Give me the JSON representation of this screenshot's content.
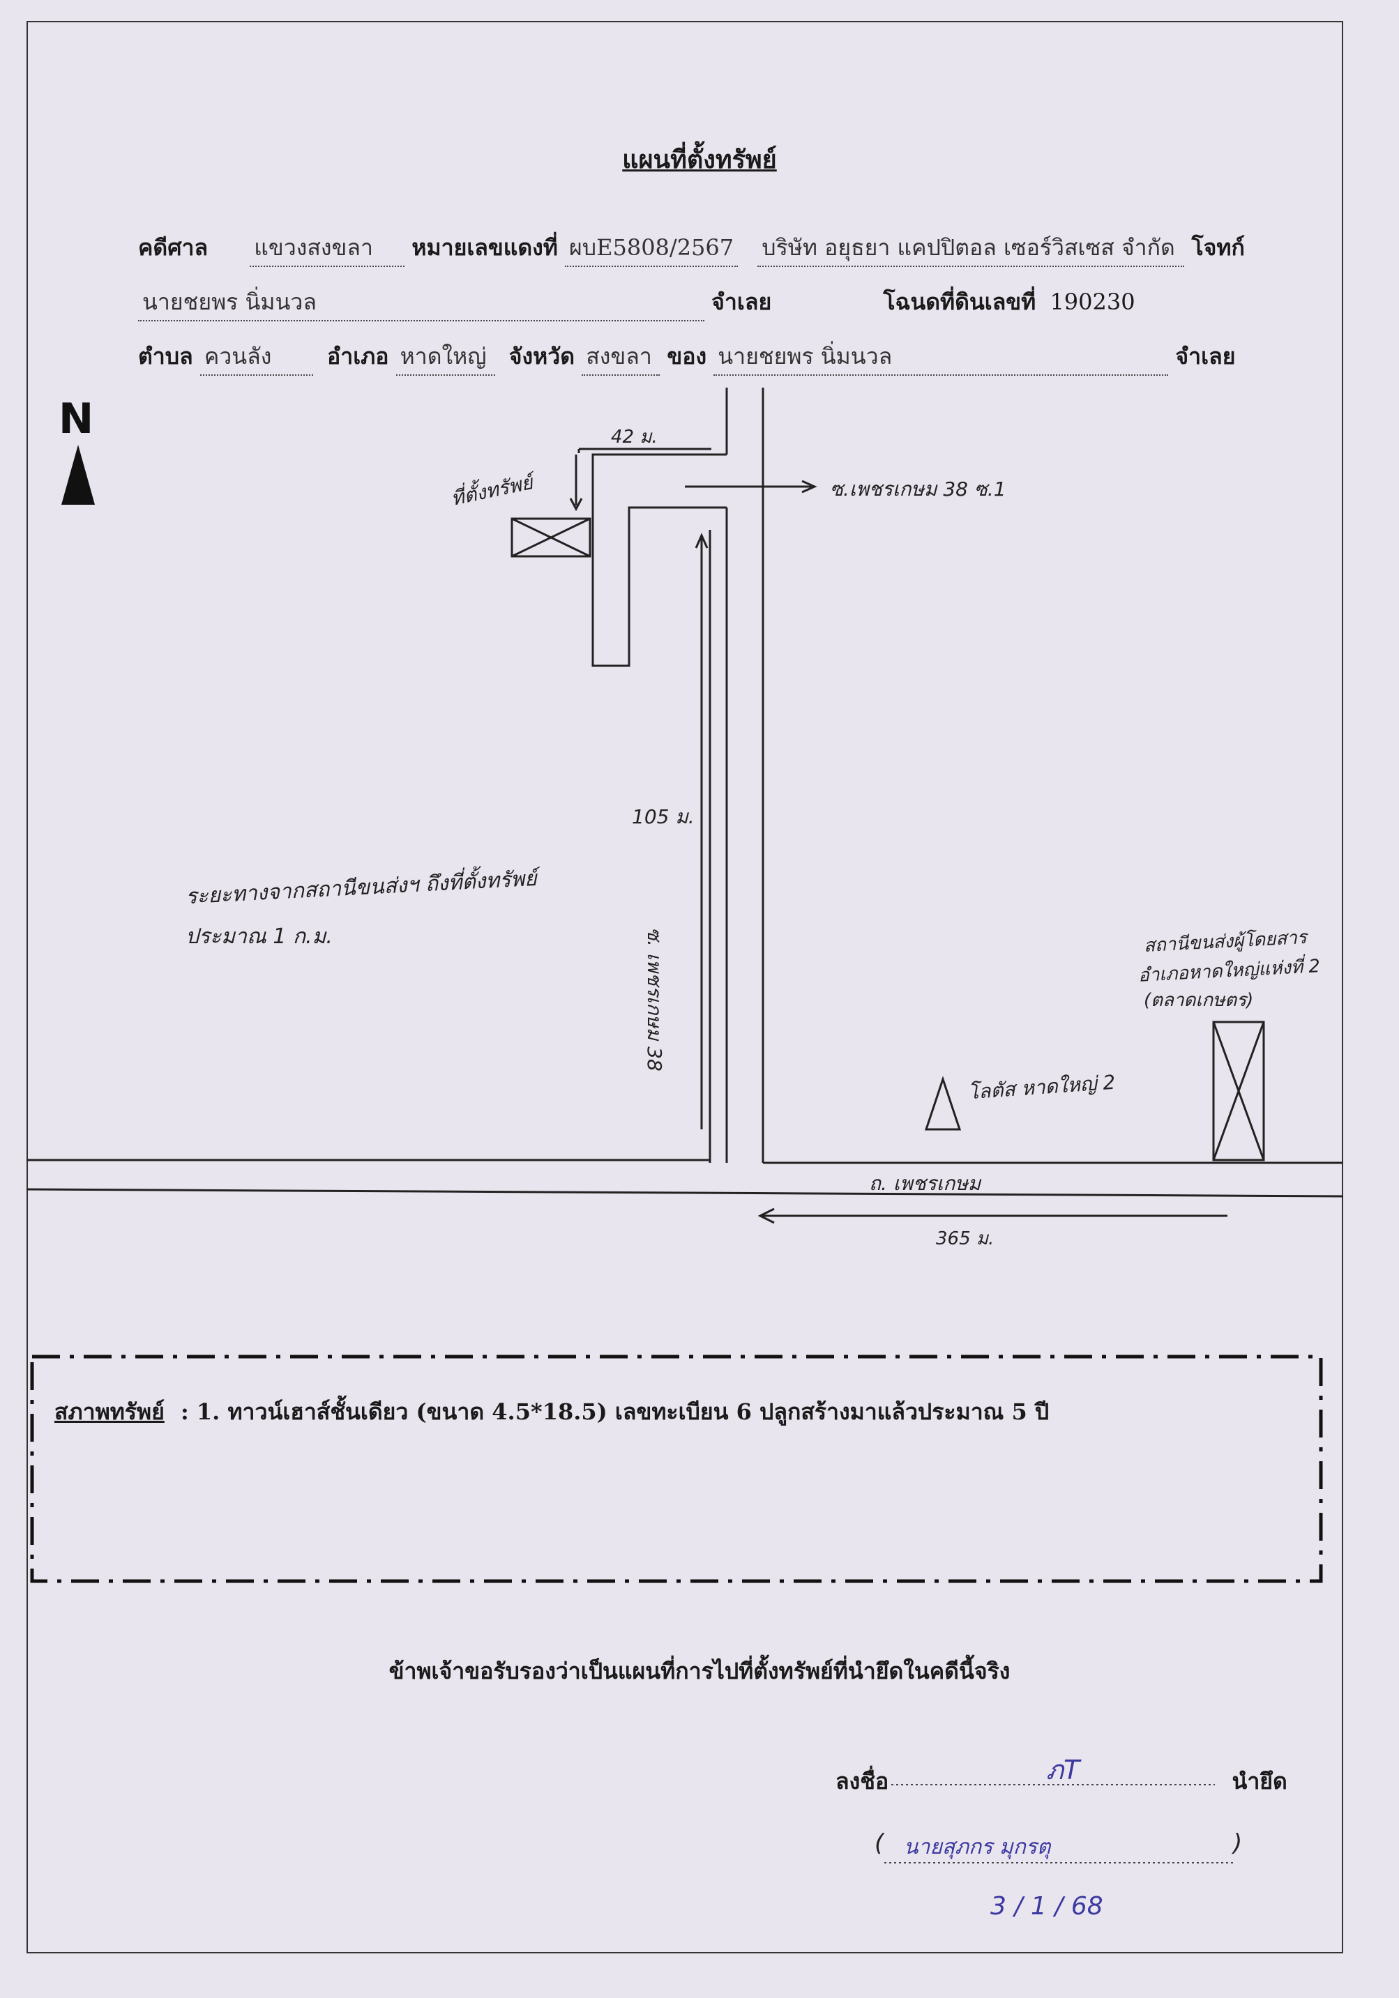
{
  "doc": {
    "title": "แผนที่ตั้งทรัพย์",
    "court_label": "คดีศาล",
    "court_value": "แขวงสงขลา",
    "case_label": "หมายเลขแดงที่",
    "case_value": "ผบE5808/2567",
    "plaintiff_value": "บริษัท อยุธยา แคปปิตอล เซอร์วิสเซส จำกัด",
    "plaintiff_label": "โจทก์",
    "defendant_value": "นายชยพร นิ่มนวล",
    "defendant_label": "จำเลย",
    "deed_label": "โฉนดที่ดินเลขที่",
    "deed_value": "190230",
    "subdistrict_label": "ตำบล",
    "subdistrict_value": "ควนลัง",
    "district_label": "อำเภอ",
    "district_value": "หาดใหญ่",
    "province_label": "จังหวัด",
    "province_value": "สงขลา",
    "owner_label": "ของ",
    "owner_value": "นายชยพร นิ่มนวล",
    "owner_suffix": "จำเลย"
  },
  "map": {
    "north": "N",
    "dist_top": "42 ม.",
    "property_label": "ที่ตั้งทรัพย์",
    "soi_label": "ซ.เพชรเกษม 38 ซ.1",
    "dist_road": "105 ม.",
    "road_vertical": "ซ. เพชรเกษม 38",
    "distance_note_1": "ระยะทางจากสถานีขนส่งฯ ถึงที่ตั้งทรัพย์",
    "distance_note_2": "ประมาณ 1 ก.ม.",
    "station_1": "สถานีขนส่งผู้โดยสาร",
    "station_2": "อำเภอหาดใหญ่แห่งที่ 2",
    "station_3": "(ตลาดเกษตร)",
    "landmark": "โลตัส หาดใหญ่ 2",
    "main_road": "ถ. เพชรเกษม",
    "dist_bottom": "365 ม."
  },
  "condition": {
    "label": "สภาพทรัพย์",
    "text": ": 1. ทาวน์เฮาส์ชั้นเดียว (ขนาด 4.5*18.5) เลขทะเบียน 6 ปลูกสร้างมาแล้วประมาณ 5 ปี"
  },
  "certify": "ข้าพเจ้าขอรับรองว่าเป็นแผนที่การไปที่ตั้งทรัพย์ที่นำยึดในคดีนี้จริง",
  "signature": {
    "sign_label": "ลงชื่อ",
    "sign_suffix": "นำยึด",
    "name": "นายสุภกร มุกรตุ",
    "date": "3 / 1 / 68"
  },
  "colors": {
    "ink": "#1a1a1a",
    "pen_blue": "#3c3aa0",
    "paper": "#e9e5ef"
  }
}
